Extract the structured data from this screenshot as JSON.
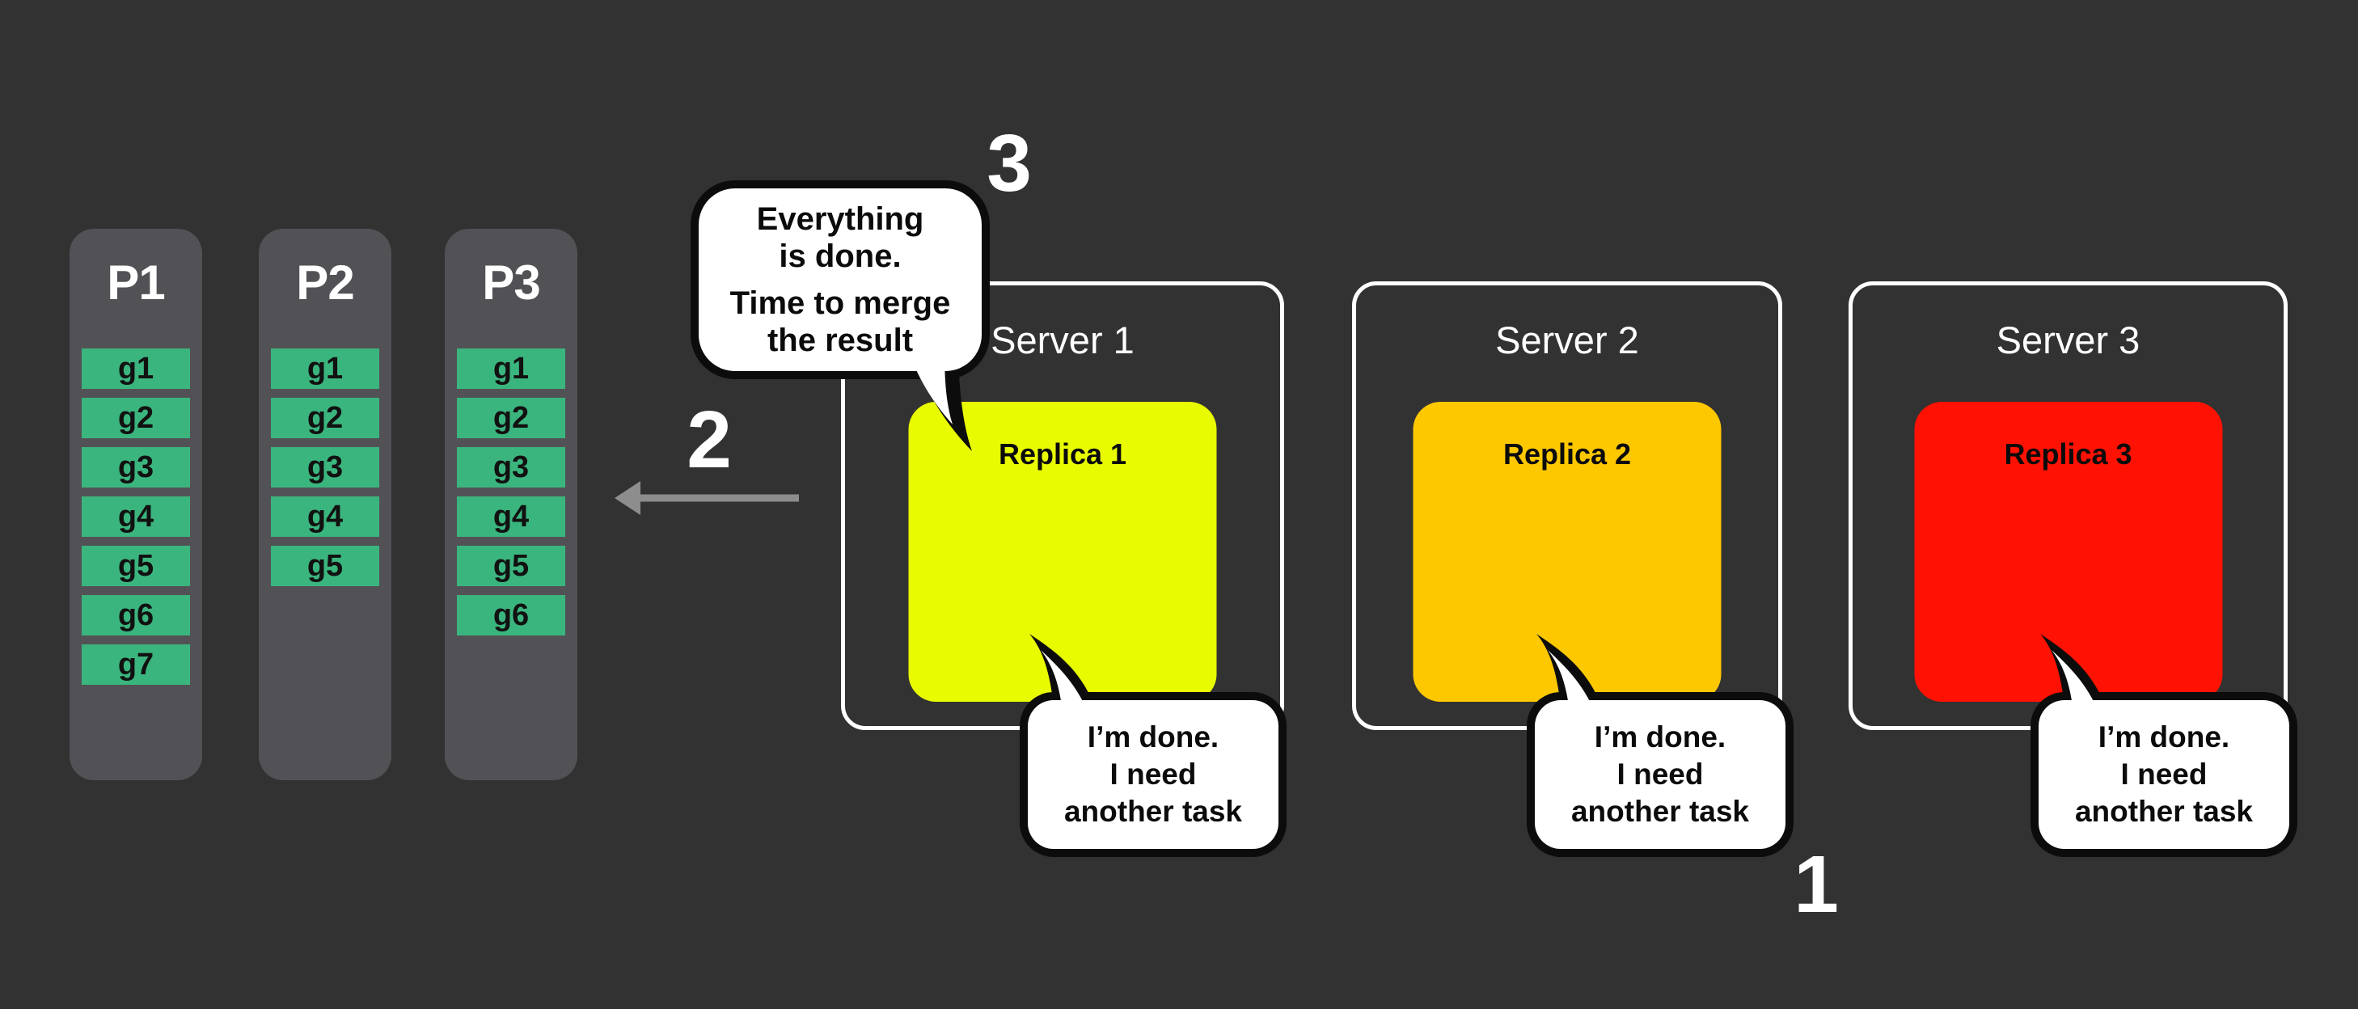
{
  "colors": {
    "bg": "#323232",
    "panel": "#525256",
    "task": "#3bb57e",
    "task_text": "#111111",
    "title": "#ffffff",
    "server_border": "#ffffff",
    "bubble_fill": "#ffffff",
    "bubble_stroke": "#0c0c0c",
    "arrow": "#8d8d8d",
    "number": "#ffffff"
  },
  "partitions": [
    {
      "label": "P1",
      "tasks": [
        "g1",
        "g2",
        "g3",
        "g4",
        "g5",
        "g6",
        "g7"
      ]
    },
    {
      "label": "P2",
      "tasks": [
        "g1",
        "g2",
        "g3",
        "g4",
        "g5"
      ]
    },
    {
      "label": "P3",
      "tasks": [
        "g1",
        "g2",
        "g3",
        "g4",
        "g5",
        "g6"
      ]
    }
  ],
  "servers": [
    {
      "label": "Server 1",
      "replica": {
        "label": "Replica 1",
        "color": "#e9fb00"
      }
    },
    {
      "label": "Server 2",
      "replica": {
        "label": "Replica 2",
        "color": "#fec800"
      }
    },
    {
      "label": "Server 3",
      "replica": {
        "label": "Replica 3",
        "color": "#ff1203"
      }
    }
  ],
  "bubbles": {
    "merge": {
      "lines": [
        "Everything",
        "is done.",
        "Time to merge",
        "the result"
      ]
    },
    "done": {
      "lines": [
        "I’m done.",
        "I need",
        "another task"
      ]
    }
  },
  "steps": {
    "one": "1",
    "two": "2",
    "three": "3"
  }
}
